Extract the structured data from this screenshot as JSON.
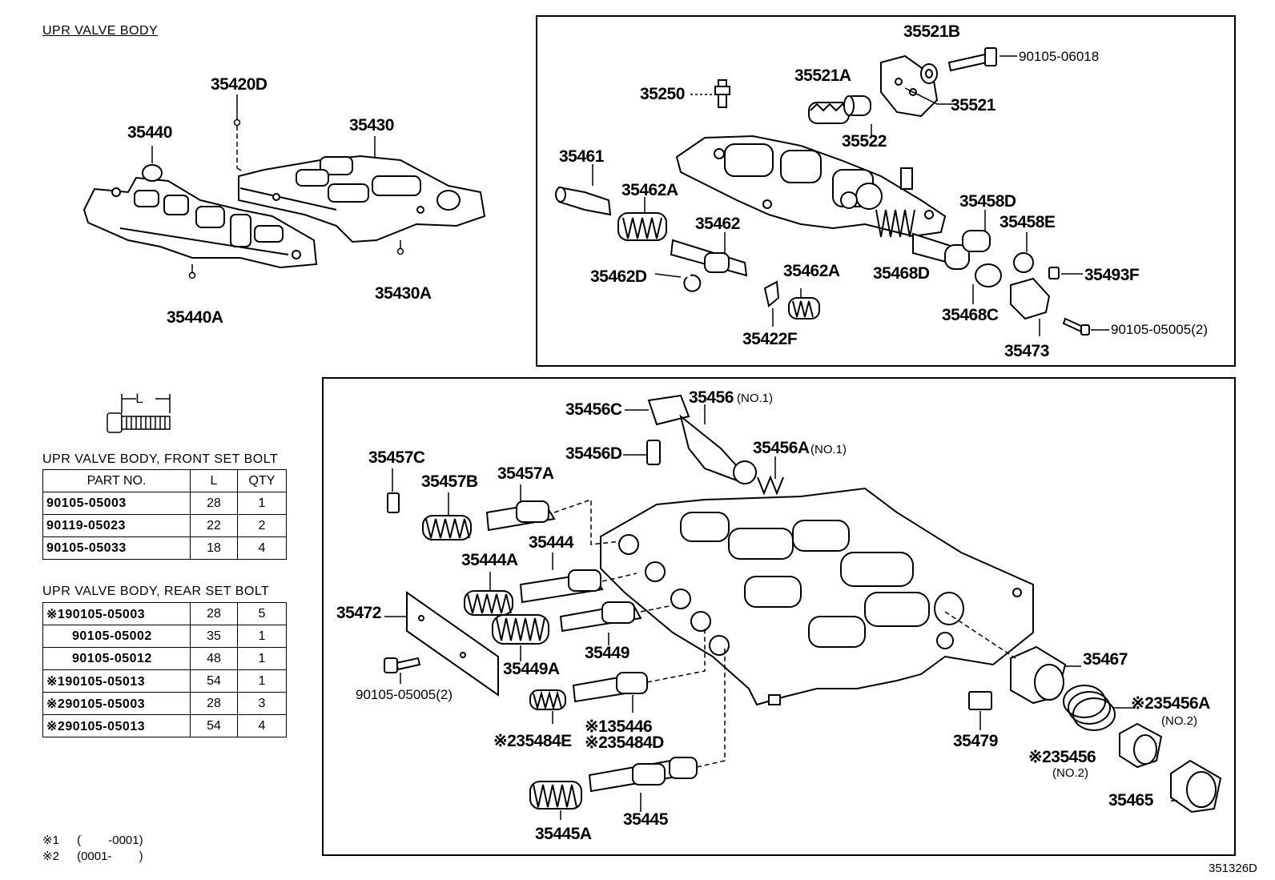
{
  "section_title": "UPR VALVE BODY",
  "drawing_number": "351326D",
  "overview_labels": {
    "p35420D": "35420D",
    "p35440": "35440",
    "p35430": "35430",
    "p35440A": "35440A",
    "p35430A": "35430A"
  },
  "top_box_labels": {
    "p35521B": "35521B",
    "p90105_06018": "90105-06018",
    "p35521A": "35521A",
    "p35250": "35250",
    "p35521": "35521",
    "p35522": "35522",
    "p35461": "35461",
    "p35462A_1": "35462A",
    "p35462": "35462",
    "p35458D": "35458D",
    "p35458E": "35458E",
    "p35493F": "35493F",
    "p35462D": "35462D",
    "p35462A_2": "35462A",
    "p35468D": "35468D",
    "p35468C": "35468C",
    "p90105_05005": "90105-05005(2)",
    "p35422F": "35422F",
    "p35473": "35473"
  },
  "lower_box_labels": {
    "p35456C": "35456C",
    "p35456": "35456",
    "p35456_no1": "(NO.1)",
    "p35456D": "35456D",
    "p35456A": "35456A",
    "p35456A_no1": "(NO.1)",
    "p35457C": "35457C",
    "p35457A": "35457A",
    "p35457B": "35457B",
    "p35444": "35444",
    "p35444A": "35444A",
    "p35472": "35472",
    "p35449": "35449",
    "p35449A": "35449A",
    "p90105_05005": "90105-05005(2)",
    "p35467": "35467",
    "p35456A_2": "※235456A",
    "p35456A_no2": "(NO.2)",
    "p35446": "※135446",
    "p35484E": "※235484E",
    "p35484D": "※235484D",
    "p35479": "35479",
    "p35456_2": "※235456",
    "p35456_no2": "(NO.2)",
    "p35465": "35465",
    "p35445": "35445",
    "p35445A": "35445A"
  },
  "bolt_length_label": "L",
  "front_table": {
    "title": "UPR VALVE BODY, FRONT SET BOLT",
    "headers": [
      "PART NO.",
      "L",
      "QTY"
    ],
    "rows": [
      {
        "part": "90105-05003",
        "l": "28",
        "qty": "1"
      },
      {
        "part": "90119-05023",
        "l": "22",
        "qty": "2"
      },
      {
        "part": "90105-05033",
        "l": "18",
        "qty": "4"
      }
    ]
  },
  "rear_table": {
    "title": "UPR VALVE BODY, REAR SET BOLT",
    "rows": [
      {
        "mark": "※1",
        "part": "90105-05003",
        "l": "28",
        "qty": "5"
      },
      {
        "mark": "",
        "part": "90105-05002",
        "l": "35",
        "qty": "1"
      },
      {
        "mark": "",
        "part": "90105-05012",
        "l": "48",
        "qty": "1"
      },
      {
        "mark": "※1",
        "part": "90105-05013",
        "l": "54",
        "qty": "1"
      },
      {
        "mark": "※2",
        "part": "90105-05003",
        "l": "28",
        "qty": "3"
      },
      {
        "mark": "※2",
        "part": "90105-05013",
        "l": "54",
        "qty": "4"
      }
    ]
  },
  "notes": [
    {
      "mark": "※1",
      "range": "(　　 -0001)"
    },
    {
      "mark": "※2",
      "range": "(0001-　　 )"
    }
  ]
}
